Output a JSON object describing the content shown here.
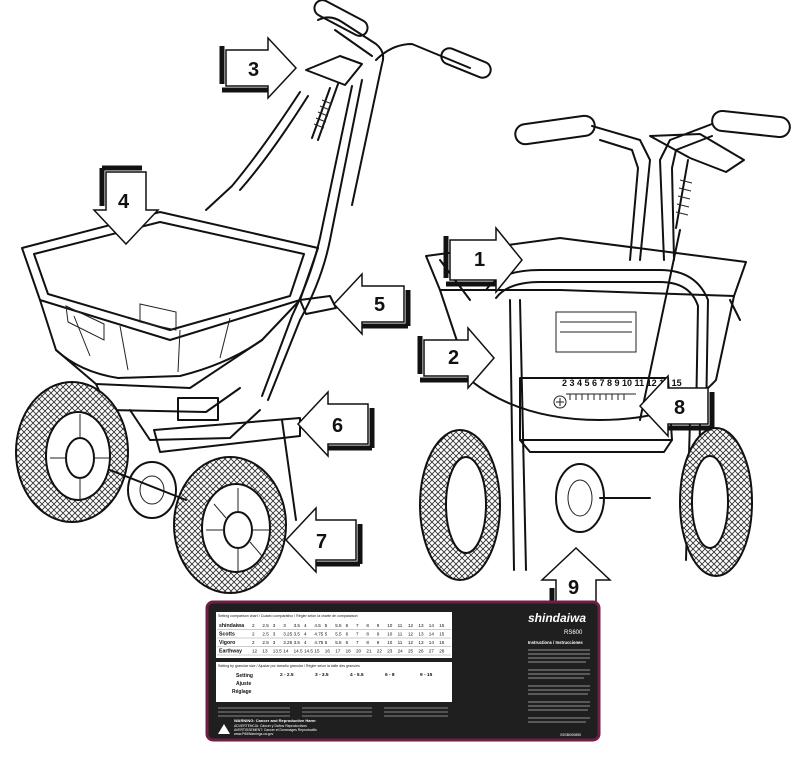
{
  "callouts": [
    "1",
    "2",
    "3",
    "4",
    "5",
    "6",
    "7",
    "8",
    "9"
  ],
  "dial_numbers": [
    "2",
    "3",
    "4",
    "5",
    "6",
    "7",
    "8",
    "9",
    "10",
    "11",
    "12",
    "13",
    "15"
  ],
  "label": {
    "brand": "shindaiwa",
    "model": "RS600",
    "chart_title": "Setting comparison chart / Cuadro comparativo / Régler selon la charte de comparaison",
    "brands": [
      "shindaiwa",
      "Scotts",
      "Vigoro",
      "Earthway"
    ],
    "chart_rows": [
      [
        "2",
        "2.5",
        "3",
        "3",
        "3.5",
        "4",
        "4.5",
        "5",
        "5.5",
        "6",
        "7",
        "8",
        "9",
        "10",
        "11",
        "12",
        "13",
        "14",
        "15"
      ],
      [
        "2",
        "2.5",
        "3",
        "3.25",
        "3.5",
        "4",
        "4.75",
        "5",
        "5.5",
        "6",
        "7",
        "8",
        "9",
        "10",
        "11",
        "12",
        "13",
        "14",
        "15"
      ],
      [
        "2",
        "2.5",
        "3",
        "3.25",
        "3.5",
        "4",
        "4.75",
        "5",
        "5.5",
        "6",
        "7",
        "8",
        "9",
        "10",
        "11",
        "12",
        "13",
        "14",
        "15"
      ],
      [
        "12",
        "13",
        "13.5",
        "14",
        "14.5",
        "14.5",
        "15",
        "16",
        "17",
        "18",
        "20",
        "21",
        "22",
        "23",
        "24",
        "25",
        "26",
        "27",
        "28"
      ]
    ],
    "granular_title": "Setting by granular size / Ajustar por tamaño granular / Régler selon la taille des granules",
    "setting_words": [
      "Setting",
      "Ajuste",
      "Réglage"
    ],
    "size_ranges": [
      "2 - 2.5",
      "3 - 3.5",
      "4 - 5.5",
      "6 - 8",
      "9 - 15"
    ],
    "instructions_title": "Instructions / Instrucciones",
    "warning_title": "WARNING: Cancer and Reproductive Harm",
    "warning_lines": [
      "ADVERTENCIA: Cáncer y Daños Reproductivos",
      "AVERTISSEMENT: Cancer et Dommages Reproductifs",
      "www.P65Warnings.ca.gov"
    ],
    "part_number": "X5SB000850"
  }
}
